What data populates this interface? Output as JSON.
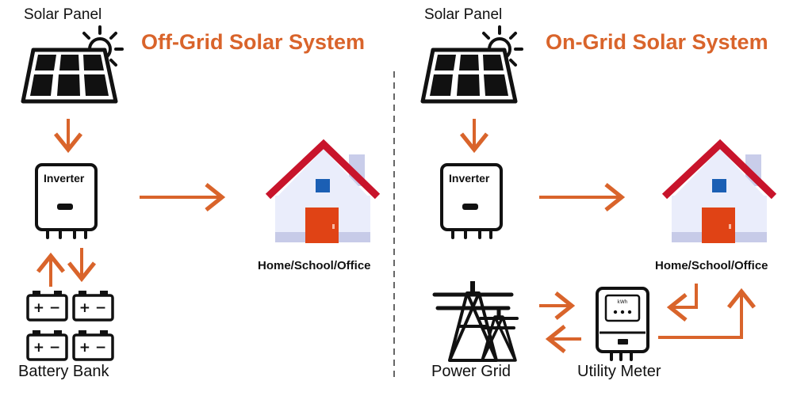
{
  "colors": {
    "accent": "#d9642b",
    "roof": "#c8142b",
    "wall": "#eaedfb",
    "door": "#e04315",
    "window": "#1b5fb4",
    "ground": "#c7cbe8"
  },
  "off_grid": {
    "title": "Off-Grid Solar System",
    "solar_panel_label": "Solar Panel",
    "inverter_label": "Inverter",
    "battery_label": "Battery Bank",
    "home_label": "Home/School/Office"
  },
  "on_grid": {
    "title": "On-Grid Solar System",
    "solar_panel_label": "Solar Panel",
    "inverter_label": "Inverter",
    "home_label": "Home/School/Office",
    "grid_label": "Power Grid",
    "meter_label": "Utility Meter",
    "meter_screen_text": "kWh"
  },
  "battery_terminal_symbols": "+ −"
}
